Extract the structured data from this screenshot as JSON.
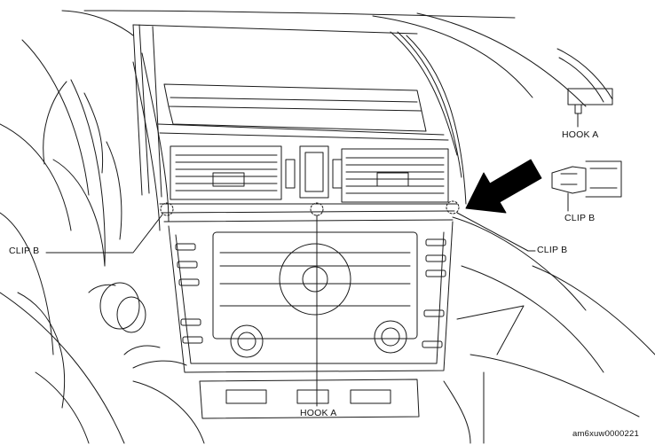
{
  "callouts": {
    "clip_b_left": "CLIP B",
    "clip_b_right": "CLIP B",
    "hook_a_bottom": "HOOK A",
    "hook_a_detail": "HOOK A",
    "clip_b_detail": "CLIP B"
  },
  "figure_code": "am6xuw0000221",
  "colors": {
    "line": "#1a1a1a",
    "arrow": "#000000",
    "background": "#ffffff"
  }
}
